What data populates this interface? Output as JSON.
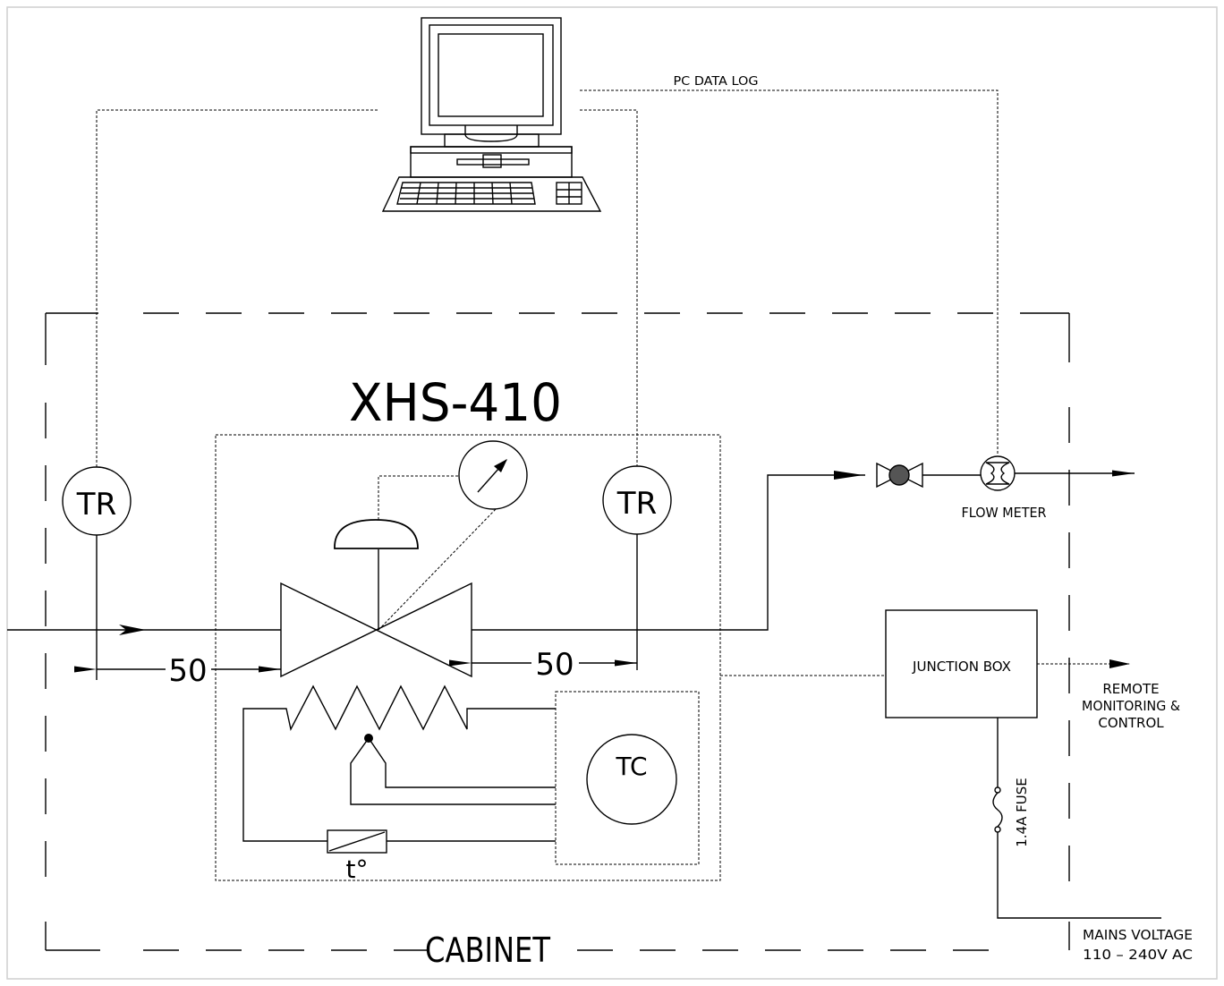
{
  "title": "XHS-410",
  "cabinet_label": "CABINET",
  "pc_data_log_label": "PC DATA LOG",
  "tr_left_label": "TR",
  "tr_right_label": "TR",
  "tc_label": "TC",
  "dim_left_label": "50",
  "dim_right_label": "50",
  "temp_sensor_label": "t°",
  "flow_meter_label": "FLOW METER",
  "junction_box_label": "JUNCTION BOX",
  "remote_label_line1": "REMOTE",
  "remote_label_line2": "MONITORING &",
  "remote_label_line3": "CONTROL",
  "fuse_label": "1.4A FUSE",
  "mains_label_line1": "MAINS VOLTAGE",
  "mains_label_line2": "110 – 240V AC"
}
